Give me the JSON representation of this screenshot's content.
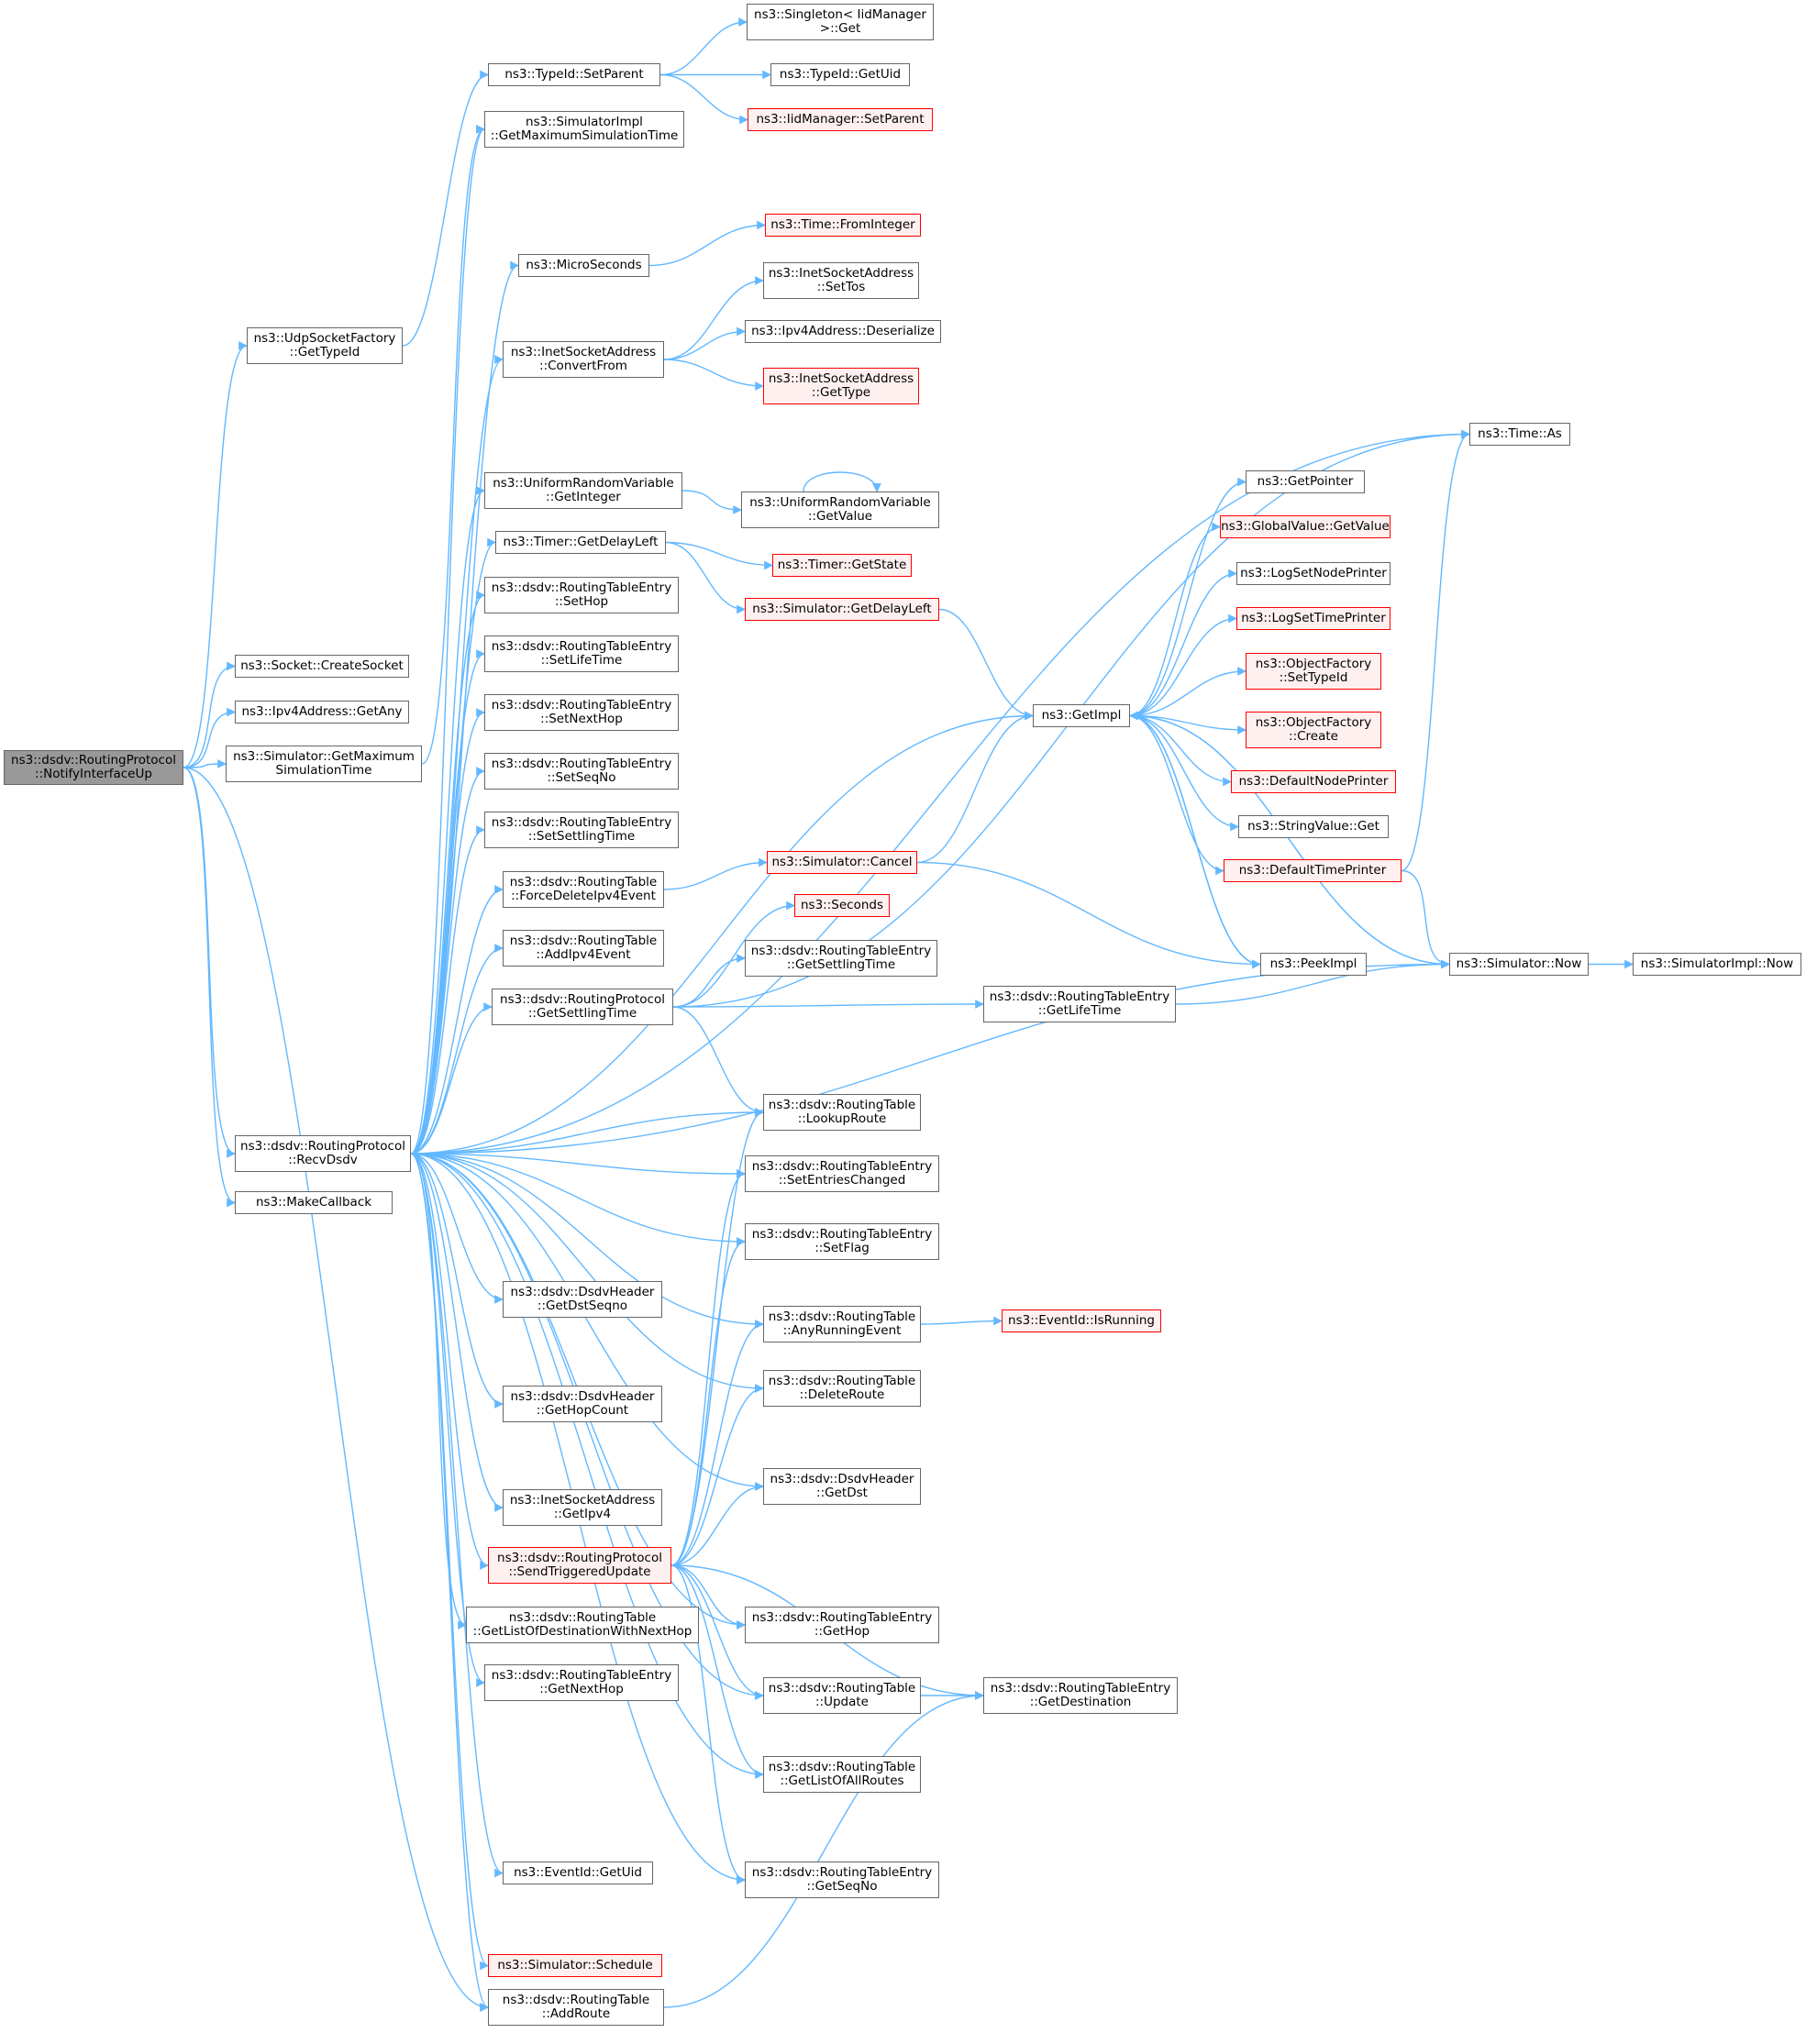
{
  "colors": {
    "edge": "#63b8ff",
    "node_border": "#666666",
    "highlight_border": "#ff0000",
    "highlight_fill": "#fff0f0",
    "root_fill": "#999999"
  },
  "nodes": {
    "notify": {
      "lines": [
        "ns3::dsdv::RoutingProtocol",
        "::NotifyInterfaceUp"
      ]
    },
    "udp": {
      "lines": [
        "ns3::UdpSocketFactory",
        "::GetTypeId"
      ]
    },
    "sock": {
      "lines": [
        "ns3::Socket::CreateSocket"
      ]
    },
    "ipany": {
      "lines": [
        "ns3::Ipv4Address::GetAny"
      ]
    },
    "simmax": {
      "lines": [
        "ns3::Simulator::GetMaximum",
        "SimulationTime"
      ]
    },
    "recv": {
      "lines": [
        "ns3::dsdv::RoutingProtocol",
        "::RecvDsdv"
      ]
    },
    "mkcb": {
      "lines": [
        "ns3::MakeCallback"
      ]
    },
    "setpar": {
      "lines": [
        "ns3::TypeId::SetParent"
      ]
    },
    "implmax": {
      "lines": [
        "ns3::SimulatorImpl",
        "::GetMaximumSimulationTime"
      ]
    },
    "micro": {
      "lines": [
        "ns3::MicroSeconds"
      ]
    },
    "conv": {
      "lines": [
        "ns3::InetSocketAddress",
        "::ConvertFrom"
      ]
    },
    "uint": {
      "lines": [
        "ns3::UniformRandomVariable",
        "::GetInteger"
      ]
    },
    "tdl": {
      "lines": [
        "ns3::Timer::GetDelayLeft"
      ]
    },
    "sethop": {
      "lines": [
        "ns3::dsdv::RoutingTableEntry",
        "::SetHop"
      ]
    },
    "setlt": {
      "lines": [
        "ns3::dsdv::RoutingTableEntry",
        "::SetLifeTime"
      ]
    },
    "setnh": {
      "lines": [
        "ns3::dsdv::RoutingTableEntry",
        "::SetNextHop"
      ]
    },
    "setsn": {
      "lines": [
        "ns3::dsdv::RoutingTableEntry",
        "::SetSeqNo"
      ]
    },
    "setst": {
      "lines": [
        "ns3::dsdv::RoutingTableEntry",
        "::SetSettlingTime"
      ]
    },
    "fdel": {
      "lines": [
        "ns3::dsdv::RoutingTable",
        "::ForceDeleteIpv4Event"
      ]
    },
    "addev": {
      "lines": [
        "ns3::dsdv::RoutingTable",
        "::AddIpv4Event"
      ]
    },
    "gst": {
      "lines": [
        "ns3::dsdv::RoutingProtocol",
        "::GetSettlingTime"
      ]
    },
    "dstsn": {
      "lines": [
        "ns3::dsdv::DsdvHeader",
        "::GetDstSeqno"
      ]
    },
    "hopc": {
      "lines": [
        "ns3::dsdv::DsdvHeader",
        "::GetHopCount"
      ]
    },
    "ipv4": {
      "lines": [
        "ns3::InetSocketAddress",
        "::GetIpv4"
      ]
    },
    "stu": {
      "lines": [
        "ns3::dsdv::RoutingProtocol",
        "::SendTriggeredUpdate"
      ]
    },
    "glod": {
      "lines": [
        "ns3::dsdv::RoutingTable",
        "::GetListOfDestinationWithNextHop"
      ]
    },
    "gnh": {
      "lines": [
        "ns3::dsdv::RoutingTableEntry",
        "::GetNextHop"
      ]
    },
    "evuid": {
      "lines": [
        "ns3::EventId::GetUid"
      ]
    },
    "sched": {
      "lines": [
        "ns3::Simulator::Schedule"
      ]
    },
    "addr": {
      "lines": [
        "ns3::dsdv::RoutingTable",
        "::AddRoute"
      ]
    },
    "sing": {
      "lines": [
        "ns3::Singleton< IidManager",
        ">::Get"
      ]
    },
    "tuid": {
      "lines": [
        "ns3::TypeId::GetUid"
      ]
    },
    "iidsp": {
      "lines": [
        "ns3::IidManager::SetParent"
      ]
    },
    "fromint": {
      "lines": [
        "ns3::Time::FromInteger"
      ]
    },
    "settos": {
      "lines": [
        "ns3::InetSocketAddress",
        "::SetTos"
      ]
    },
    "deser": {
      "lines": [
        "ns3::Ipv4Address::Deserialize"
      ]
    },
    "gtype": {
      "lines": [
        "ns3::InetSocketAddress",
        "::GetType"
      ]
    },
    "getval": {
      "lines": [
        "ns3::UniformRandomVariable",
        "::GetValue"
      ]
    },
    "tstate": {
      "lines": [
        "ns3::Timer::GetState"
      ]
    },
    "simdl": {
      "lines": [
        "ns3::Simulator::GetDelayLeft"
      ]
    },
    "cancel": {
      "lines": [
        "ns3::Simulator::Cancel"
      ]
    },
    "secs": {
      "lines": [
        "ns3::Seconds"
      ]
    },
    "gest": {
      "lines": [
        "ns3::dsdv::RoutingTableEntry",
        "::GetSettlingTime"
      ]
    },
    "lookup": {
      "lines": [
        "ns3::dsdv::RoutingTable",
        "::LookupRoute"
      ]
    },
    "sec": {
      "lines": [
        "ns3::dsdv::RoutingTableEntry",
        "::SetEntriesChanged"
      ]
    },
    "setflag": {
      "lines": [
        "ns3::dsdv::RoutingTableEntry",
        "::SetFlag"
      ]
    },
    "anyrun": {
      "lines": [
        "ns3::dsdv::RoutingTable",
        "::AnyRunningEvent"
      ]
    },
    "delr": {
      "lines": [
        "ns3::dsdv::RoutingTable",
        "::DeleteRoute"
      ]
    },
    "gdst": {
      "lines": [
        "ns3::dsdv::DsdvHeader",
        "::GetDst"
      ]
    },
    "ghop": {
      "lines": [
        "ns3::dsdv::RoutingTableEntry",
        "::GetHop"
      ]
    },
    "upd": {
      "lines": [
        "ns3::dsdv::RoutingTable",
        "::Update"
      ]
    },
    "glar": {
      "lines": [
        "ns3::dsdv::RoutingTable",
        "::GetListOfAllRoutes"
      ]
    },
    "gsn": {
      "lines": [
        "ns3::dsdv::RoutingTableEntry",
        "::GetSeqNo"
      ]
    },
    "glt": {
      "lines": [
        "ns3::dsdv::RoutingTableEntry",
        "::GetLifeTime"
      ]
    },
    "isrun": {
      "lines": [
        "ns3::EventId::IsRunning"
      ]
    },
    "gdest": {
      "lines": [
        "ns3::dsdv::RoutingTableEntry",
        "::GetDestination"
      ]
    },
    "gimpl": {
      "lines": [
        "ns3::GetImpl"
      ]
    },
    "tas": {
      "lines": [
        "ns3::Time::As"
      ]
    },
    "gptr": {
      "lines": [
        "ns3::GetPointer"
      ]
    },
    "gvget": {
      "lines": [
        "ns3::GlobalValue::GetValue"
      ]
    },
    "lsnp": {
      "lines": [
        "ns3::LogSetNodePrinter"
      ]
    },
    "lstp": {
      "lines": [
        "ns3::LogSetTimePrinter"
      ]
    },
    "ofst": {
      "lines": [
        "ns3::ObjectFactory",
        "::SetTypeId"
      ]
    },
    "ofcr": {
      "lines": [
        "ns3::ObjectFactory",
        "::Create"
      ]
    },
    "dnp": {
      "lines": [
        "ns3::DefaultNodePrinter"
      ]
    },
    "svget": {
      "lines": [
        "ns3::StringValue::Get"
      ]
    },
    "dtp": {
      "lines": [
        "ns3::DefaultTimePrinter"
      ]
    },
    "peek": {
      "lines": [
        "ns3::PeekImpl"
      ]
    },
    "now": {
      "lines": [
        "ns3::Simulator::Now"
      ]
    },
    "implnow": {
      "lines": [
        "ns3::SimulatorImpl::Now"
      ]
    }
  }
}
